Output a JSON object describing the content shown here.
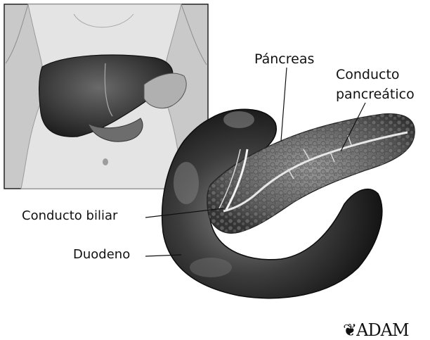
{
  "labels": {
    "pancreas": "Páncreas",
    "conducto_pancreatico_line1": "Conducto",
    "conducto_pancreatico_line2": "pancreático",
    "conducto_biliar": "Conducto biliar",
    "duodeno": "Duodeno"
  },
  "logo": "ADAM"
}
